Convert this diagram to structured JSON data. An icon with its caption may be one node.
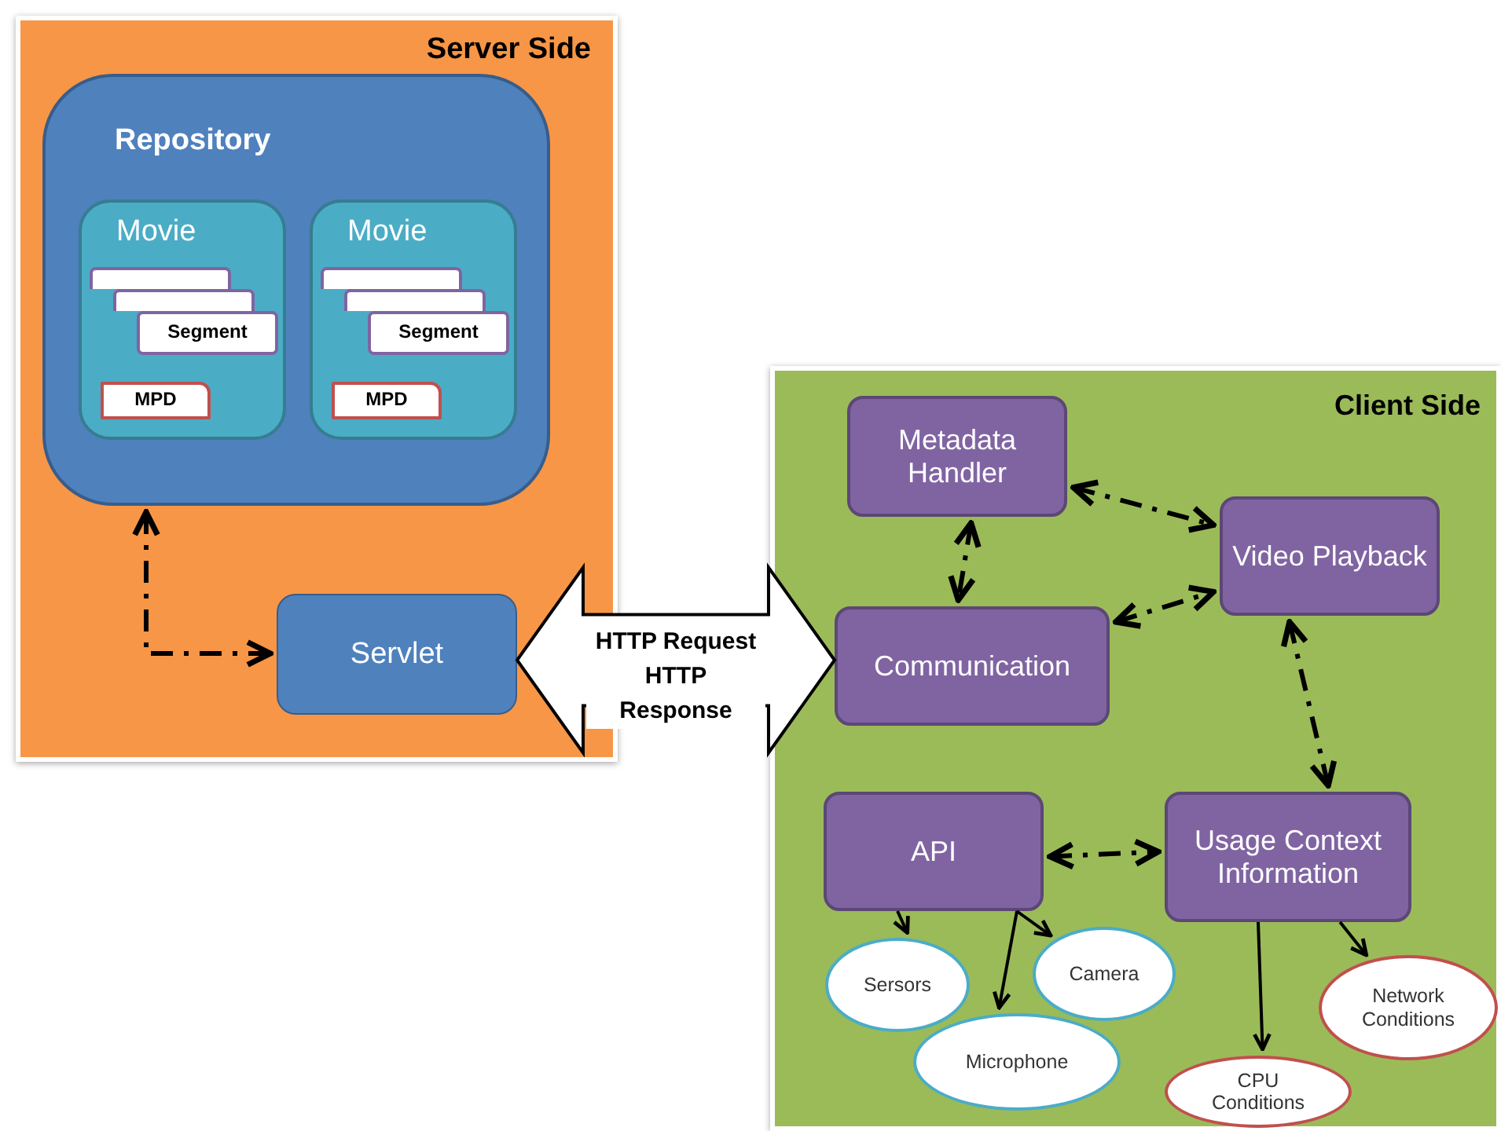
{
  "diagram": {
    "nodes": [
      {
        "text": [
          "Server Side"
        ]
      },
      {
        "text": [
          "Repository"
        ],
        "in": 0
      },
      {
        "text": [
          "Movie"
        ],
        "in": 1
      },
      {
        "text": [],
        "shape": "box",
        "in": 2
      },
      {
        "text": [],
        "shape": "box",
        "in": 2
      },
      {
        "text": [
          "Segment"
        ],
        "in": 2
      },
      {
        "text": [
          "MPD"
        ],
        "in": 2
      },
      {
        "text": [
          "Movie"
        ],
        "in": 1
      },
      {
        "text": [],
        "shape": "box",
        "in": 7
      },
      {
        "text": [],
        "shape": "box",
        "in": 7
      },
      {
        "text": [
          "Segment"
        ],
        "in": 7
      },
      {
        "text": [
          "MPD"
        ],
        "in": 7
      },
      {
        "text": [
          "Servlet"
        ],
        "in": 0
      },
      {
        "text": [
          "Client Side"
        ]
      },
      {
        "text": [
          "Metadata Handler"
        ],
        "in": 13
      },
      {
        "text": [
          "Video Playback"
        ],
        "in": 13
      },
      {
        "text": [
          "Communication"
        ],
        "in": 13
      },
      {
        "text": [
          "API"
        ],
        "in": 13
      },
      {
        "text": [
          "Usage Context Information"
        ],
        "in": 13
      },
      {
        "text": [
          "Sersors"
        ],
        "in": 13
      },
      {
        "text": [
          "Camera"
        ],
        "in": 13
      },
      {
        "text": [
          "Microphone"
        ],
        "in": 13
      },
      {
        "text": [
          "CPU Conditions"
        ],
        "in": 13
      },
      {
        "text": [
          "Network Conditions"
        ],
        "in": 13
      }
    ],
    "edges": [
      {
        "from": 12,
        "to": 1,
        "arrow": "both",
        "style": "dashed"
      },
      {
        "from": 12,
        "to": 16,
        "arrow": "both",
        "style": "thick",
        "label": "HTTP Request HTTP Response"
      },
      {
        "from": 14,
        "to": 16,
        "arrow": "both",
        "style": "dashed"
      },
      {
        "from": 14,
        "to": 15,
        "arrow": "both",
        "style": "dashed"
      },
      {
        "from": 16,
        "to": 15,
        "arrow": "both",
        "style": "dashed"
      },
      {
        "from": 15,
        "to": 18,
        "arrow": "both",
        "style": "dashed"
      },
      {
        "from": 17,
        "to": 18,
        "arrow": "both",
        "style": "dashed"
      },
      {
        "from": 17,
        "to": 19,
        "arrow": "to"
      },
      {
        "from": 17,
        "to": 21,
        "arrow": "to"
      },
      {
        "from": 17,
        "to": 20,
        "arrow": "to"
      },
      {
        "from": 18,
        "to": 22,
        "arrow": "to"
      },
      {
        "from": 18,
        "to": 23,
        "arrow": "to"
      }
    ]
  }
}
